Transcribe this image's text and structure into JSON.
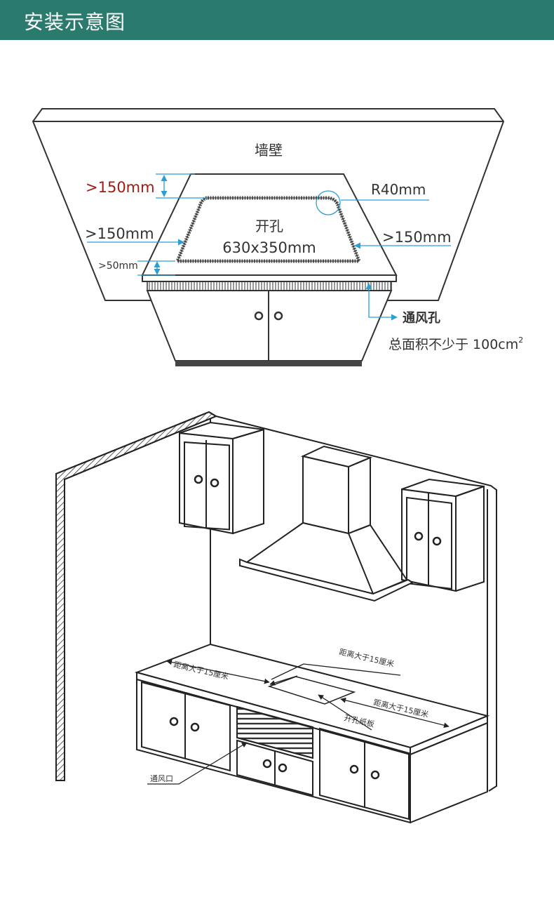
{
  "header": {
    "title": "安装示意图"
  },
  "diagram_top": {
    "wall_label": "墙壁",
    "top_clearance": ">150mm",
    "corner_radius": "R40mm",
    "left_clearance": ">150mm",
    "right_clearance": ">150mm",
    "front_clearance": ">50mm",
    "cutout_label": "开孔",
    "cutout_size": "630x350mm",
    "vent_label": "通风孔",
    "vent_area_text": "总面积不少于 100cm",
    "vent_area_sup": "2"
  },
  "diagram_kitchen": {
    "dist_left": "距离大于15厘米",
    "dist_back": "距离大于15厘米",
    "dist_right": "距离大于15厘米",
    "template_label": "开孔纸板",
    "vent_label": "通风口"
  },
  "colors": {
    "header_bg": "#2b7a6e",
    "accent_blue": "#2a9fd6",
    "accent_red": "#a01c10",
    "line": "#333333"
  }
}
